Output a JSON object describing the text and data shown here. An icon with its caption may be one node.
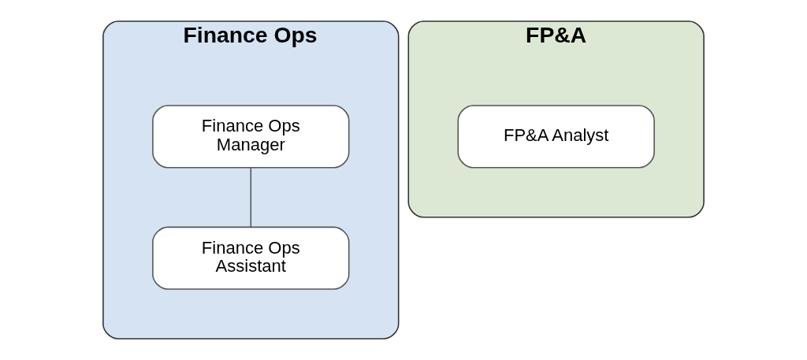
{
  "diagram": {
    "nodes": [
      {
        "text": [
          "Finance Ops"
        ]
      },
      {
        "text": [
          "Finance Ops Manager"
        ],
        "in": 0
      },
      {
        "text": [
          "Finance Ops Assistant"
        ],
        "in": 0
      },
      {
        "text": [
          "FP&A"
        ]
      },
      {
        "text": [
          "FP&A Analyst"
        ],
        "in": 3
      }
    ],
    "edges": [
      {
        "from": 1,
        "to": 2,
        "arrow": "none"
      }
    ]
  }
}
